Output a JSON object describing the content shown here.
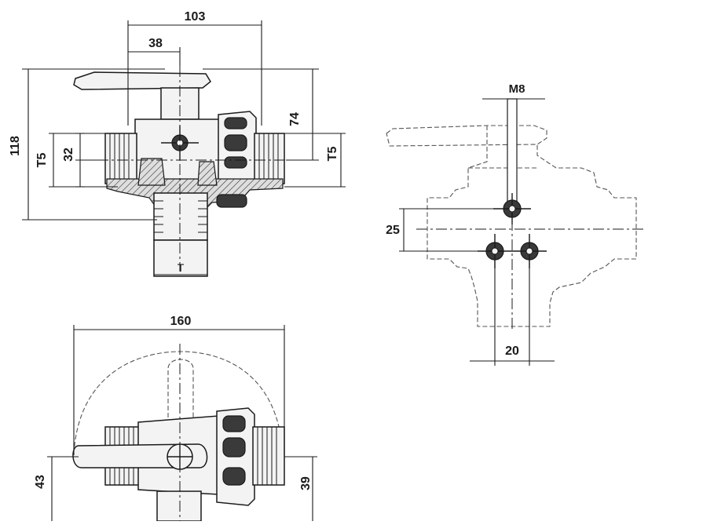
{
  "drawing": {
    "top_view": {
      "dims": {
        "overall_width": "103",
        "handle_offset": "38",
        "height_right": "74",
        "overall_height": "118",
        "center_height": "32",
        "thread_left": "T5",
        "thread_right": "T5",
        "bottom_thread": "T"
      }
    },
    "front_view": {
      "dims": {
        "width": "160",
        "height_left": "43",
        "height_right": "39"
      }
    },
    "side_view": {
      "dims": {
        "bolt": "M8",
        "vertical_spacing": "25",
        "horizontal_spacing": "20"
      }
    }
  }
}
